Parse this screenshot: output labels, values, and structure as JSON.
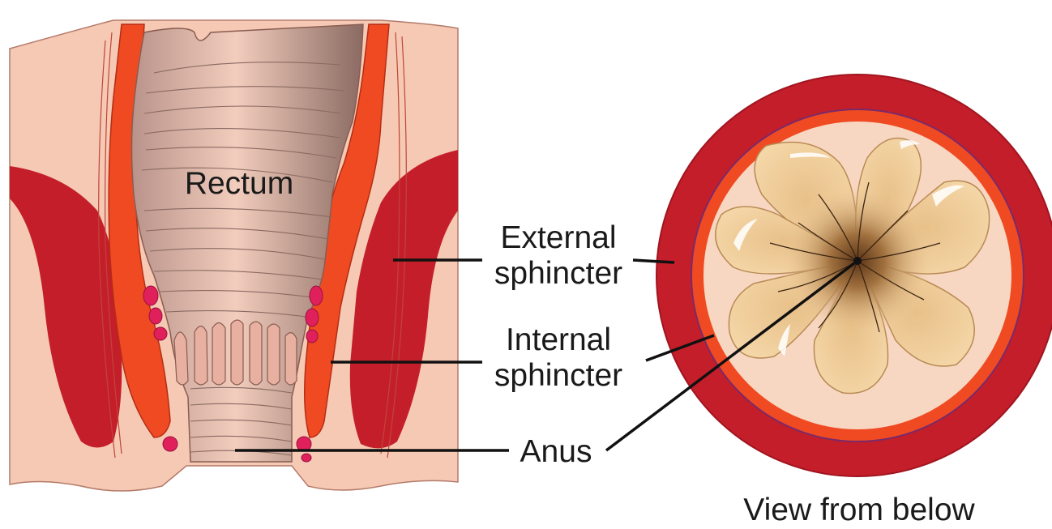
{
  "labels": {
    "rectum": "Rectum",
    "external_sphincter": [
      "External",
      "sphincter"
    ],
    "internal_sphincter": [
      "Internal",
      "sphincter"
    ],
    "anus": "Anus",
    "view_from_below": "View from below"
  },
  "colors": {
    "skin": "#f5c9b3",
    "outer_muscle": "#c41e2a",
    "inner_muscle": "#f04a22",
    "rectum_wall": "#cfa99a",
    "rectum_dark": "#8a6a62",
    "vessel": "#e0205a",
    "folds": "#e9b97f",
    "line": "#111111"
  }
}
